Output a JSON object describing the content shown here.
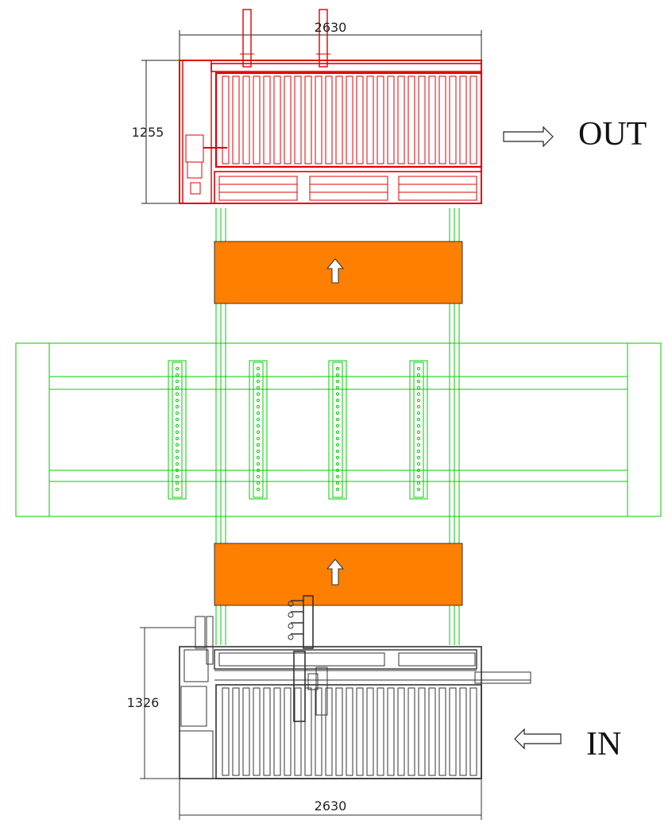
{
  "top_unit": {
    "width_dim": "2630",
    "height_dim": "1255",
    "flow_label": "OUT",
    "color": "#e00000"
  },
  "bottom_unit": {
    "width_dim": "2630",
    "height_dim": "1326",
    "flow_label": "IN",
    "color": "#444444"
  },
  "conveyor_color": "#00cc00",
  "panel_color": "#ff7f00",
  "arrow_icon": "up-arrow-icon",
  "flow_arrow_out_icon": "right-arrow-icon",
  "flow_arrow_in_icon": "left-arrow-icon"
}
